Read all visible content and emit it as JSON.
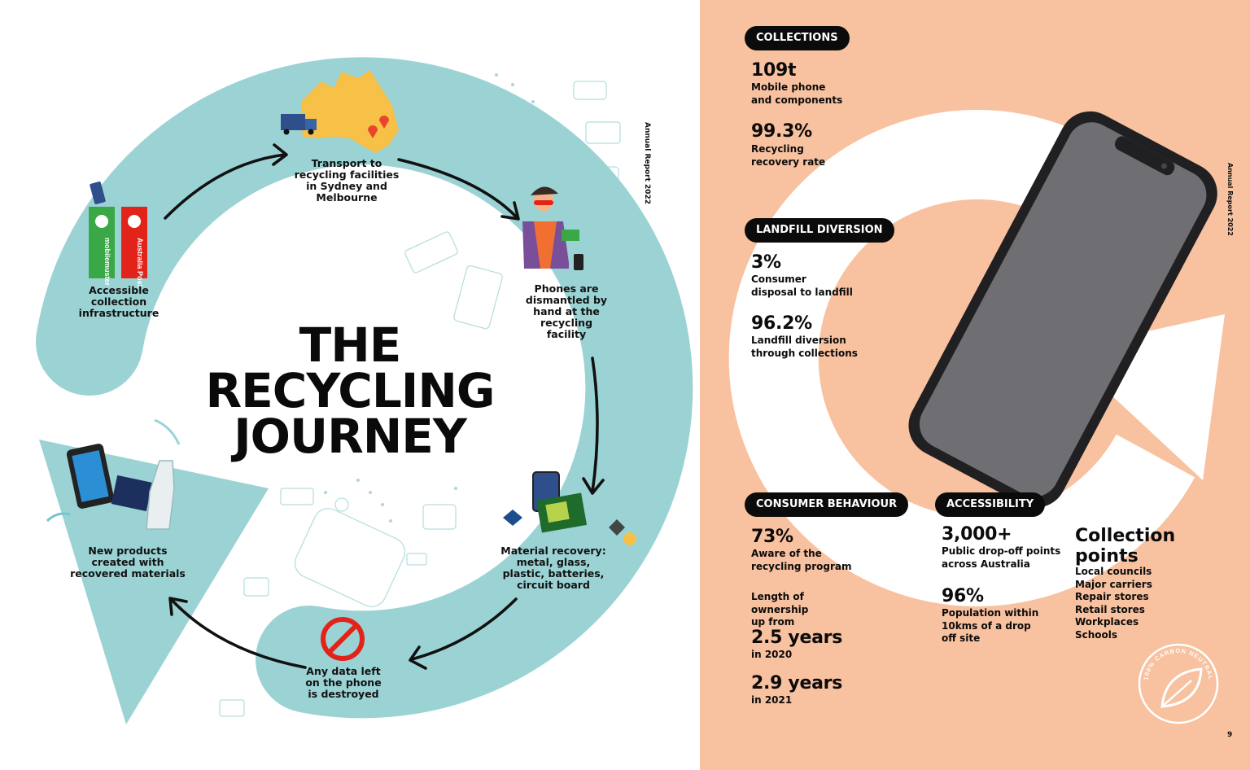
{
  "left_page": {
    "side_label": "Annual Report 2022",
    "title_lines": [
      "THE",
      "RECYCLING",
      "JOURNEY"
    ],
    "steps": [
      {
        "label": "Accessible collection infrastructure"
      },
      {
        "label": "Transport to recycling facilities in Sydney and Melbourne"
      },
      {
        "label": "Phones are dismantled by hand at the recycling facility"
      },
      {
        "label": "Material recovery: metal, glass, plastic, batteries, circuit board"
      },
      {
        "label": "Any data left on the phone is destroyed"
      },
      {
        "label": "New products created with recovered materials"
      }
    ],
    "logos": {
      "mobilemuster": "mobilemuster",
      "australia_post": "Australia Post"
    },
    "colors": {
      "cycle": "#9bd3d5",
      "arrow": "#111111",
      "map": "#f7c046",
      "pin": "#e8452e",
      "no_sign": "#e2231a"
    }
  },
  "right_page": {
    "side_label": "Annual Report 2022",
    "page_number": "9",
    "background": "#f8c19f",
    "badge": "100% CARBON NEUTRAL",
    "collections": {
      "heading": "COLLECTIONS",
      "stats": [
        {
          "value": "109t",
          "label_lines": [
            "Mobile phone",
            "and components"
          ]
        },
        {
          "value": "99.3%",
          "label_lines": [
            "Recycling",
            "recovery rate"
          ]
        }
      ]
    },
    "landfill": {
      "heading": "LANDFILL DIVERSION",
      "stats": [
        {
          "value": "3%",
          "label_lines": [
            "Consumer",
            "disposal to landfill"
          ]
        },
        {
          "value": "96.2%",
          "label_lines": [
            "Landfill diversion",
            "through collections"
          ]
        }
      ]
    },
    "consumer": {
      "heading": "CONSUMER BEHAVIOUR",
      "aware": {
        "value": "73%",
        "label_lines": [
          "Aware of the",
          "recycling program"
        ]
      },
      "ownership_lines": [
        "Length of",
        "ownership",
        "up from"
      ],
      "year1": {
        "value": "2.5 years",
        "label": "in 2020"
      },
      "year2": {
        "value": "2.9 years",
        "label": "in 2021"
      }
    },
    "accessibility": {
      "heading": "ACCESSIBILITY",
      "stats": [
        {
          "value": "3,000+",
          "label_lines": [
            "Public drop-off points",
            "across Australia"
          ]
        },
        {
          "value": "96%",
          "label_lines": [
            "Population within",
            "10kms of a drop",
            "off site"
          ]
        }
      ]
    },
    "collection_points": {
      "title_lines": [
        "Collection",
        "points"
      ],
      "items": [
        "Local councils",
        "Major carriers",
        "Repair stores",
        "Retail stores",
        "Workplaces",
        "Schools"
      ]
    }
  }
}
